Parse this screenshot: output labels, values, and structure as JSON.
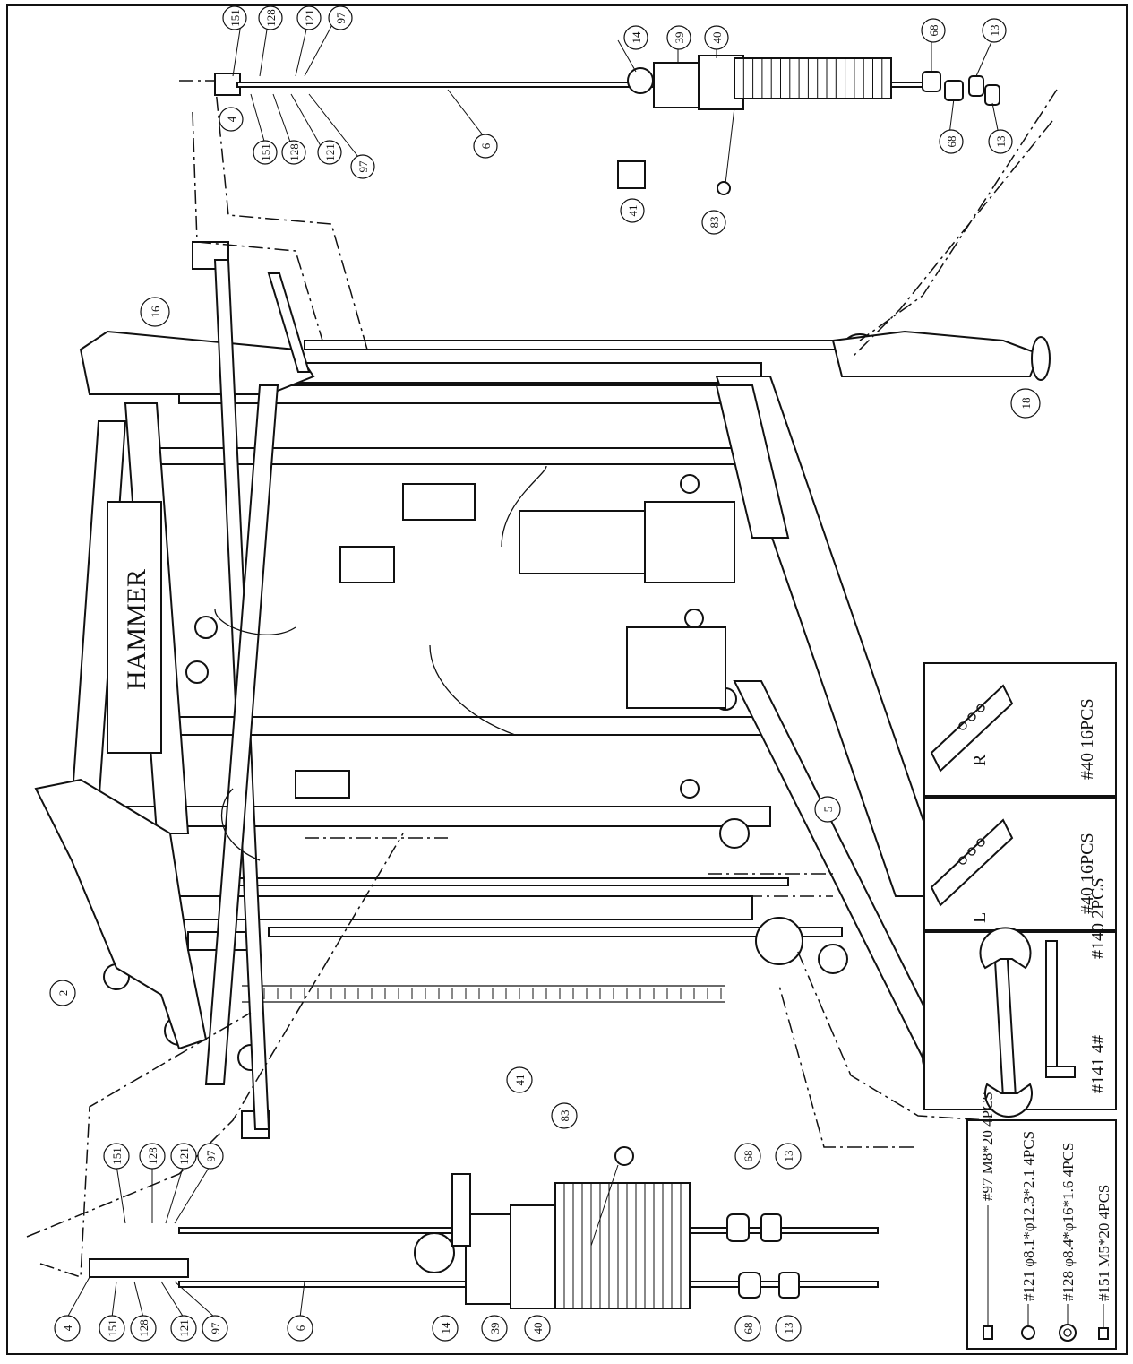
{
  "brand": "HAMMER",
  "callouts": {
    "c4a": "4",
    "c151a": "151",
    "c128a": "128",
    "c121a": "121",
    "c97a": "97",
    "c6a": "6",
    "c14a": "14",
    "c39a": "39",
    "c40a": "40",
    "c68a": "68",
    "c13a": "13",
    "c68b": "68",
    "c13b": "13",
    "c41a": "41",
    "c83a": "83",
    "c151b": "151",
    "c128b": "128",
    "c121b": "121",
    "c97b": "97",
    "c151c": "151",
    "c128c": "128",
    "c121c": "121",
    "c97c": "97",
    "c151d": "151",
    "c128d": "128",
    "c121d": "121",
    "c97d": "97",
    "c4b": "4",
    "c6b": "6",
    "c14b": "14",
    "c39b": "39",
    "c40b": "40",
    "c68c": "68",
    "c13c": "13",
    "c68d": "68",
    "c13d": "13",
    "c41b": "41",
    "c83b": "83",
    "c16": "16",
    "c18": "18",
    "c2": "2",
    "c5": "5"
  },
  "parts_boxes": {
    "bracket_l": {
      "letter": "L",
      "label": "#40  16PCS"
    },
    "bracket_r": {
      "letter": "R",
      "label": "#40  16PCS"
    },
    "allen_key": {
      "label": "#141  4#"
    },
    "wrench": {
      "label": "#140  2PCS"
    }
  },
  "hardware_list": [
    {
      "label": "#97  M8*20  4PCS"
    },
    {
      "label": "#121  φ8.1*φ12.3*2.1  4PCS"
    },
    {
      "label": "#128  φ8.4*φ16*1.6  4PCS"
    },
    {
      "label": "#151  M5*20  4PCS"
    }
  ]
}
